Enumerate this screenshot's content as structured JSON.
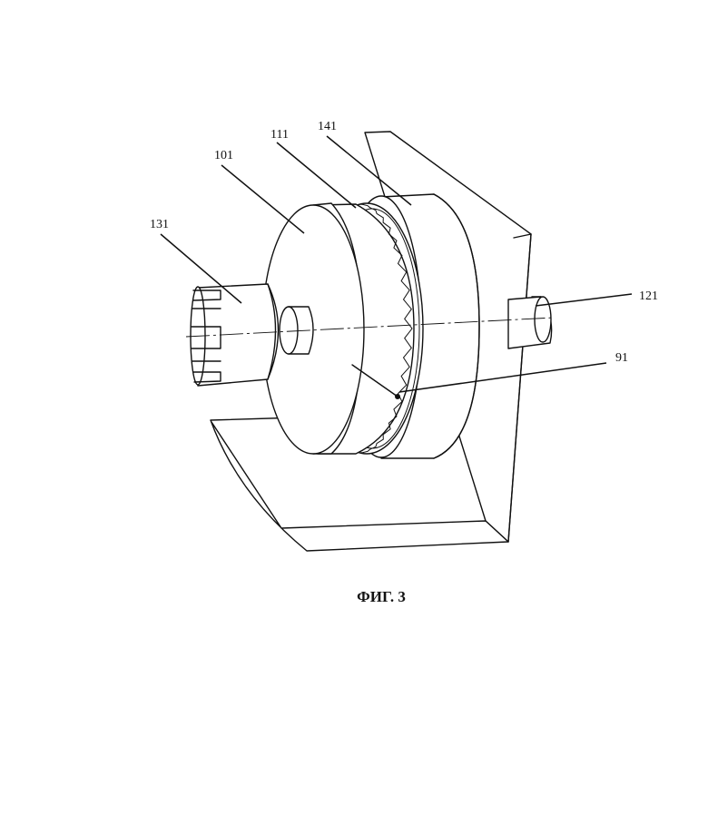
{
  "figure": {
    "caption": "ФИГ. 3"
  },
  "labels": {
    "l101": "101",
    "l111": "111",
    "l141": "141",
    "l131": "131",
    "l121": "121",
    "l91": "91"
  }
}
